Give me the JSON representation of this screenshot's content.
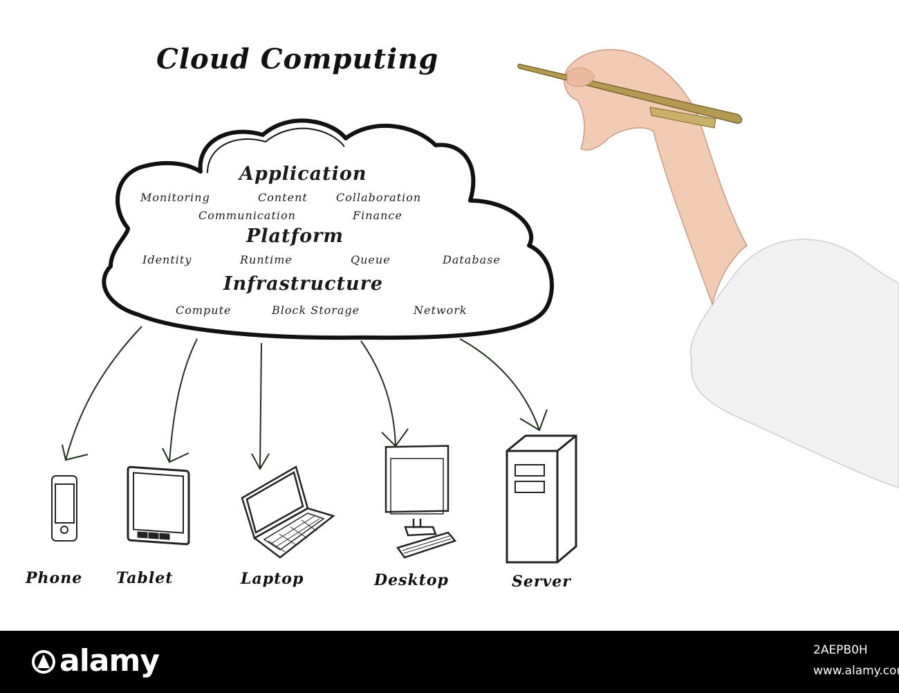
{
  "title": "Cloud Computing",
  "cloud": {
    "layers": [
      {
        "name": "Application",
        "items": [
          "Monitoring",
          "Content",
          "Collaboration",
          "Communication",
          "Finance"
        ]
      },
      {
        "name": "Platform",
        "items": [
          "Identity",
          "Runtime",
          "Queue",
          "Database"
        ]
      },
      {
        "name": "Infrastructure",
        "items": [
          "Compute",
          "Block Storage",
          "Network"
        ]
      }
    ]
  },
  "devices": [
    "Phone",
    "Tablet",
    "Laptop",
    "Desktop",
    "Server"
  ],
  "icons": [
    "phone-icon",
    "tablet-icon",
    "laptop-icon",
    "desktop-icon",
    "server-icon",
    "hand-with-pen"
  ],
  "watermark": {
    "brand": "alamy",
    "image_id": "2AEPB0H",
    "site": "www.alamy.com"
  },
  "colors": {
    "ink": "#111111",
    "arrow": "#1f2e1a",
    "pen": "#b39a52",
    "sleeve": "#f2f2f2",
    "footer": "#000000"
  }
}
